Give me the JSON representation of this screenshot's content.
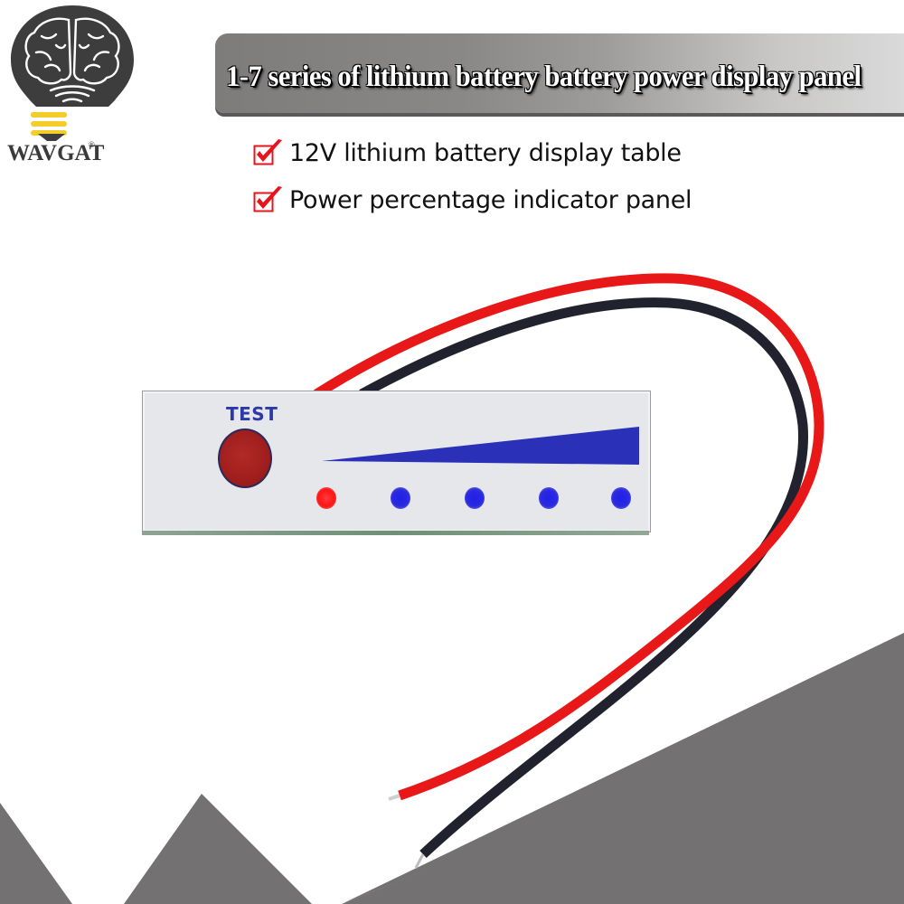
{
  "brand": {
    "name": "WAVGAT",
    "registered_mark": "®",
    "logo_icon": "lightbulb-brain-icon"
  },
  "banner": {
    "title": "1-7 series of lithium battery battery power display panel"
  },
  "features": [
    {
      "icon": "checkbox-checked-icon",
      "label": "12V lithium battery display table"
    },
    {
      "icon": "checkbox-checked-icon",
      "label": "Power percentage indicator panel"
    }
  ],
  "product": {
    "test_label": "TEST",
    "level_indicator": "wedge-level-icon",
    "leds": [
      {
        "color": "#ff2020",
        "state": "red"
      },
      {
        "color": "#2a2ae0",
        "state": "blue"
      },
      {
        "color": "#2a2ae0",
        "state": "blue"
      },
      {
        "color": "#2a2ae0",
        "state": "blue"
      },
      {
        "color": "#2a2ae0",
        "state": "blue"
      }
    ],
    "wire_colors": {
      "positive": "#e81818",
      "negative": "#22222e"
    }
  },
  "colors": {
    "banner_gray": "#8a8887",
    "background_gray": "#737171",
    "check_red": "#e8141c",
    "accent_blue": "#2b3aa8",
    "logo_dark": "#3d3d3d",
    "logo_yellow": "#f5cd2a"
  }
}
